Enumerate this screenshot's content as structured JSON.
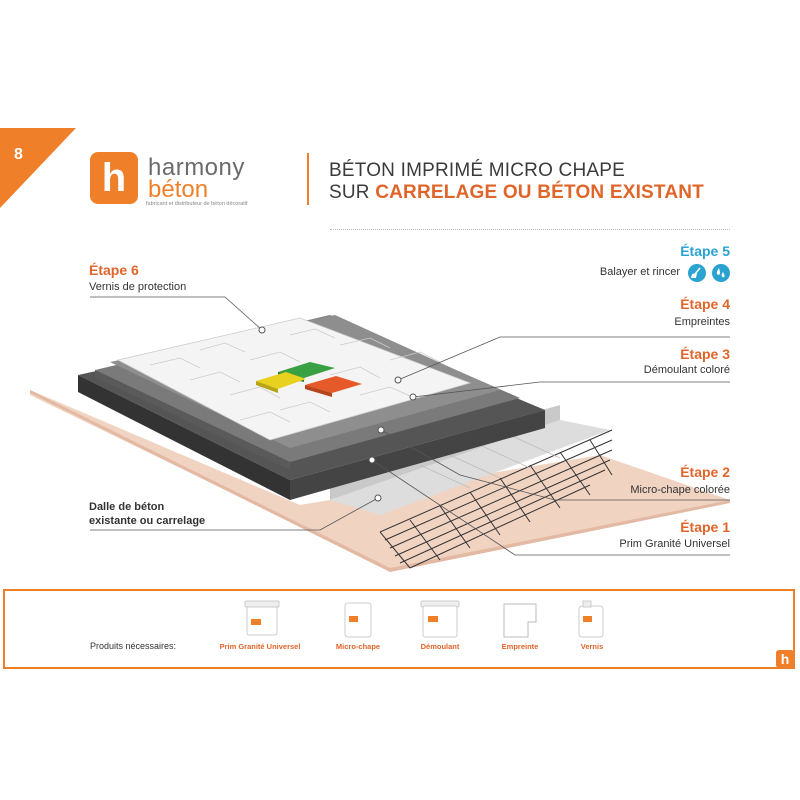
{
  "page_number": "8",
  "brand": {
    "logo_letter": "h",
    "name_line1": "harmony",
    "name_line2": "béton",
    "tagline": "fabricant et distributeur de béton décoratif",
    "accent_color": "#f07f2a"
  },
  "title": {
    "line1": "BÉTON IMPRIMÉ MICRO CHAPE",
    "line2_lead": "SUR ",
    "line2_highlight": "CARRELAGE OU BÉTON EXISTANT"
  },
  "steps": [
    {
      "label": "Étape 1",
      "description": "Prim Granité Universel"
    },
    {
      "label": "Étape 2",
      "description": "Micro-chape colorée"
    },
    {
      "label": "Étape 3",
      "description": "Démoulant coloré"
    },
    {
      "label": "Étape 4",
      "description": "Empreintes"
    },
    {
      "label": "Étape 5",
      "description": "Balayer et rincer",
      "icons": [
        "broom-icon",
        "water-drops-icon"
      ],
      "color": "#2aa3d1"
    },
    {
      "label": "Étape 6",
      "description": "Vernis de protection"
    }
  ],
  "base_layer": {
    "line1": "Dalle de béton",
    "line2": "existante ou carrelage"
  },
  "products": {
    "label": "Produits nécessaires:",
    "items": [
      {
        "name": "Prim Granité Universel",
        "icon": "bucket-icon"
      },
      {
        "name": "Micro-chape",
        "icon": "bag-icon"
      },
      {
        "name": "Démoulant",
        "icon": "tub-icon"
      },
      {
        "name": "Empreinte",
        "icon": "stamp-mat-icon"
      },
      {
        "name": "Vernis",
        "icon": "jerrycan-icon"
      }
    ]
  }
}
